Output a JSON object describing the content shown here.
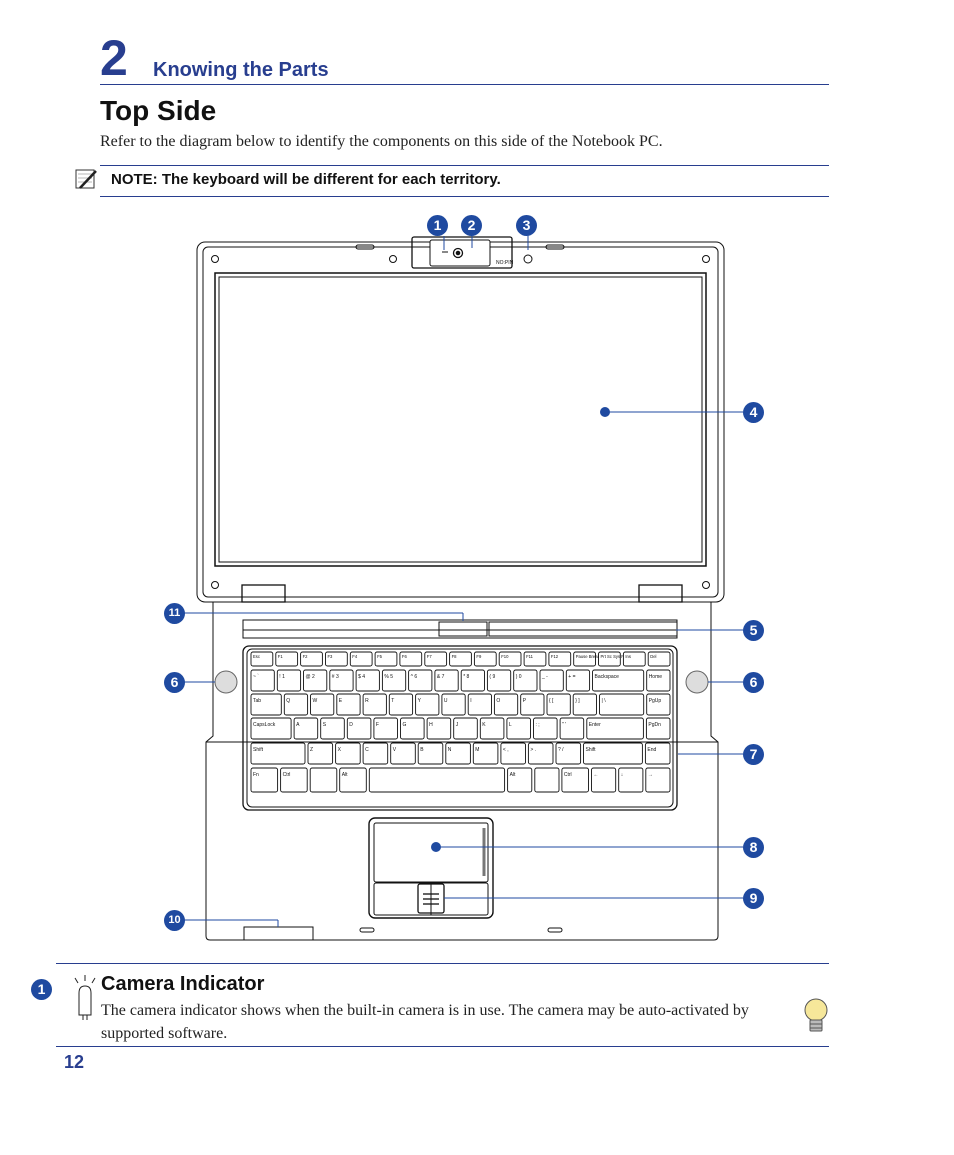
{
  "header": {
    "chapter_number": "2",
    "chapter_title": "Knowing the Parts"
  },
  "section": {
    "title": "Top Side",
    "intro": "Refer to the diagram below to identify the components on this side of the Notebook PC.",
    "note": "NOTE: The keyboard will be different for each territory."
  },
  "diagram": {
    "callouts": [
      "1",
      "2",
      "3",
      "4",
      "5",
      "6",
      "6",
      "7",
      "8",
      "9",
      "10",
      "11"
    ],
    "camera_bezel_label": "NO:PIN",
    "keyboard_rows": [
      [
        "Esc",
        "F1",
        "F2",
        "F3",
        "F4",
        "F5",
        "F6",
        "F7",
        "F8",
        "F9",
        "F10",
        "F11",
        "F12",
        "Pause Break",
        "Prt Sc Sys Rq",
        "Ins",
        "Del"
      ],
      [
        "~ `",
        "! 1",
        "@ 2",
        "# 3",
        "$ 4",
        "% 5",
        "^ 6",
        "& 7",
        "* 8",
        "( 9",
        ") 0",
        "_ -",
        "+ =",
        "Backspace",
        "Home"
      ],
      [
        "Tab",
        "Q",
        "W",
        "E",
        "R",
        "T",
        "Y",
        "U",
        "I",
        "O",
        "P",
        "{ [",
        "} ]",
        "| \\",
        "PgUp"
      ],
      [
        "CapsLock",
        "A",
        "S",
        "D",
        "F",
        "G",
        "H",
        "J",
        "K",
        "L",
        ": ;",
        "\" '",
        "Enter",
        "PgDn"
      ],
      [
        "Shift",
        "Z",
        "X",
        "C",
        "V",
        "B",
        "N",
        "M",
        "< ,",
        "> .",
        "? /",
        "Shift",
        "End"
      ],
      [
        "Fn",
        "Ctrl",
        "",
        "Alt",
        "",
        "Alt",
        "",
        "Ctrl",
        "←",
        "↓",
        "→"
      ]
    ]
  },
  "item": {
    "number": "1",
    "title": "Camera Indicator",
    "text": "The camera indicator shows when the built-in camera is in use. The camera may be auto-activated by supported software."
  },
  "footer": {
    "page_number": "12"
  }
}
